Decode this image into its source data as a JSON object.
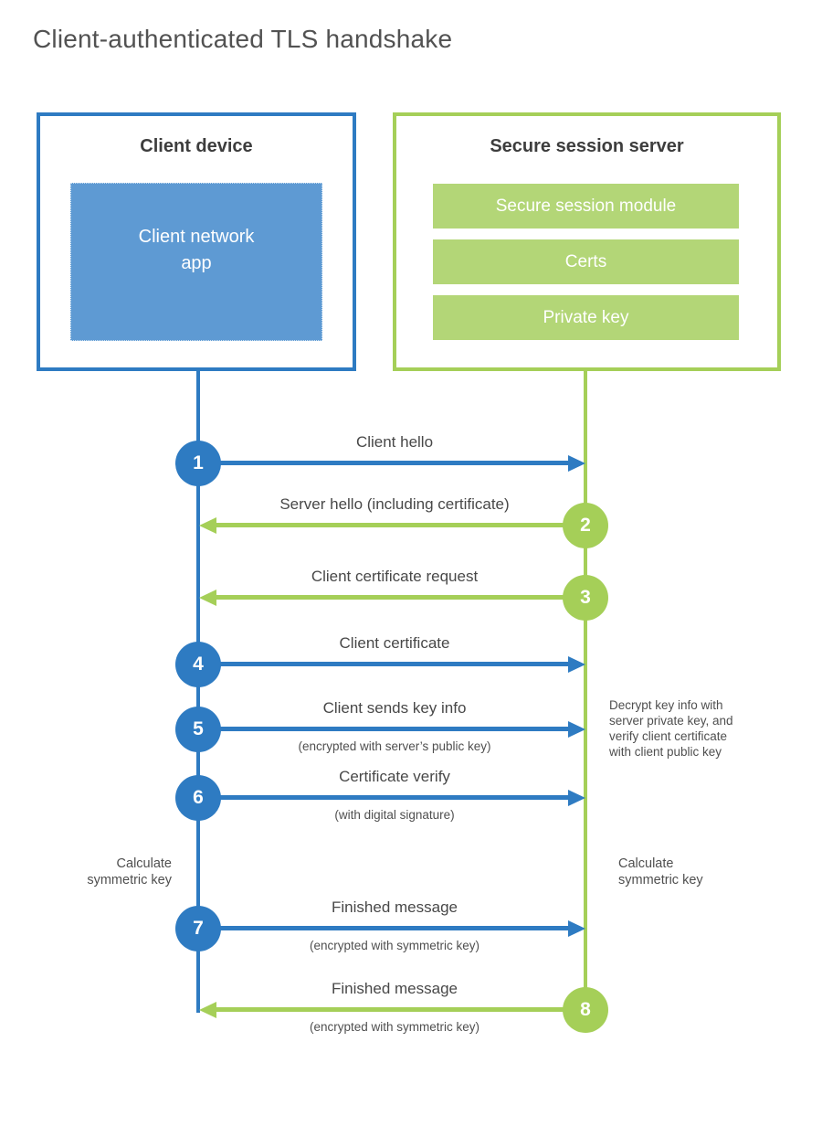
{
  "title": "Client-authenticated TLS handshake",
  "client": {
    "title": "Client device",
    "app": "Client network\napp"
  },
  "server": {
    "title": "Secure session server",
    "modules": [
      "Secure session module",
      "Certs",
      "Private key"
    ]
  },
  "steps": [
    {
      "num": "1",
      "from": "client",
      "direction": "right",
      "label": "Client hello",
      "sublabel": ""
    },
    {
      "num": "2",
      "from": "server",
      "direction": "left",
      "label": "Server hello (including certificate)",
      "sublabel": ""
    },
    {
      "num": "3",
      "from": "server",
      "direction": "left",
      "label": "Client certificate request",
      "sublabel": ""
    },
    {
      "num": "4",
      "from": "client",
      "direction": "right",
      "label": "Client certificate",
      "sublabel": ""
    },
    {
      "num": "5",
      "from": "client",
      "direction": "right",
      "label": "Client sends key info",
      "sublabel": "(encrypted with server’s public key)"
    },
    {
      "num": "6",
      "from": "client",
      "direction": "right",
      "label": "Certificate verify",
      "sublabel": "(with digital signature)"
    },
    {
      "num": "7",
      "from": "client",
      "direction": "right",
      "label": "Finished message",
      "sublabel": "(encrypted with symmetric key)"
    },
    {
      "num": "8",
      "from": "server",
      "direction": "left",
      "label": "Finished message",
      "sublabel": "(encrypted with symmetric key)"
    }
  ],
  "notes": {
    "decrypt": "Decrypt key info with\nserver private key, and\nverify client certificate\nwith client public key",
    "calc_left": "Calculate\nsymmetric key",
    "calc_right": "Calculate\nsymmetric key"
  },
  "colors": {
    "blue": "#2e7bc2",
    "blue_fill": "#5e9ad3",
    "green": "#a5cf58",
    "green_fill": "#b3d677",
    "text_dark": "#3d3d3d",
    "text_label": "#484848"
  }
}
